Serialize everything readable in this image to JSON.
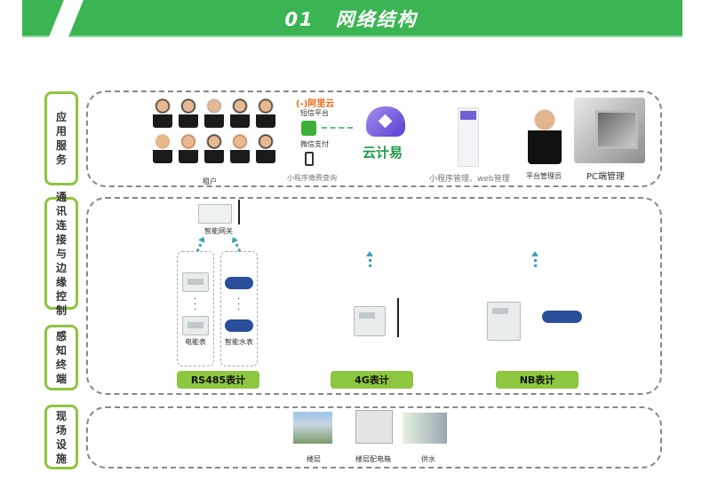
{
  "header": {
    "number": "01",
    "title": "网络结构",
    "color": "#3bb554"
  },
  "layers": [
    {
      "label": "应用服务"
    },
    {
      "label": "通讯连接与边缘控制"
    },
    {
      "label": "感知终端"
    },
    {
      "label": "现场设施"
    }
  ],
  "accent_color": "#8dc63f",
  "application": {
    "tenants_label": "租户",
    "aliyun_logo": "(-)阿里云",
    "sms_label": "短信平台",
    "wechat_pay_label": "微信支付",
    "mini_query_label": "小程序缴费查询",
    "brand_name": "云计易",
    "mini_web_label": "小程序管理、web管理",
    "admin_label": "平台管理员",
    "pc_label": "PC端管理"
  },
  "communication": {
    "gateway_label": "智能网关",
    "electric_meter_label": "电能表",
    "water_meter_label": "智能水表"
  },
  "terminals": [
    {
      "label": "RS485表计"
    },
    {
      "label": "4G表计"
    },
    {
      "label": "NB表计"
    }
  ],
  "facilities": [
    {
      "label": "楼层"
    },
    {
      "label": "楼层配电箱"
    },
    {
      "label": "供水"
    }
  ]
}
